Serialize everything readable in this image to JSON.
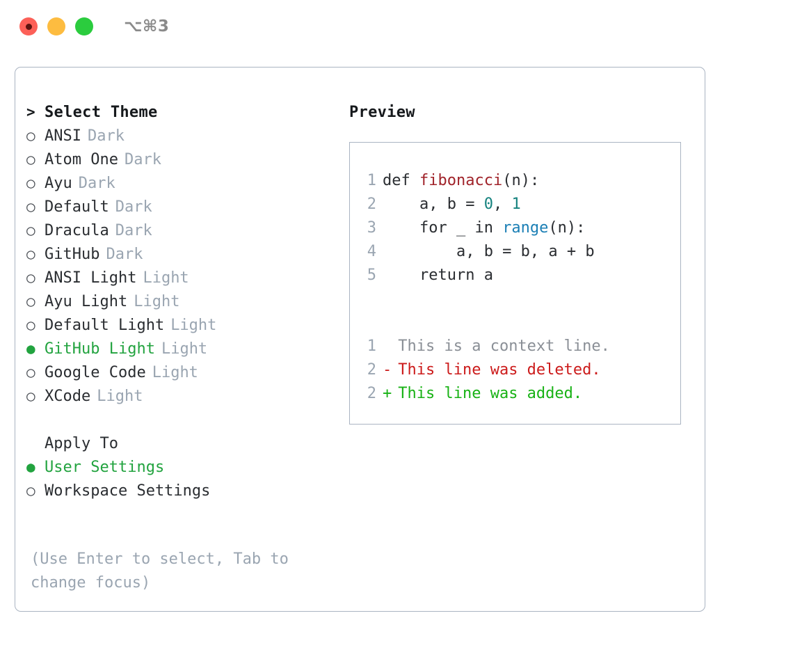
{
  "titlebar": {
    "shortcut": "⌥⌘3",
    "lights": [
      {
        "name": "close",
        "color": "#fc6058"
      },
      {
        "name": "minimize",
        "color": "#fdbc40"
      },
      {
        "name": "maximize",
        "color": "#2bcc3e"
      }
    ]
  },
  "theme_picker": {
    "heading_marker": ">",
    "heading": "Select Theme",
    "marker_unselected": "○",
    "marker_selected": "●",
    "items": [
      {
        "label": "ANSI",
        "tag": "Dark",
        "selected": false
      },
      {
        "label": "Atom One",
        "tag": "Dark",
        "selected": false
      },
      {
        "label": "Ayu",
        "tag": "Dark",
        "selected": false
      },
      {
        "label": "Default",
        "tag": "Dark",
        "selected": false
      },
      {
        "label": "Dracula",
        "tag": "Dark",
        "selected": false
      },
      {
        "label": "GitHub",
        "tag": "Dark",
        "selected": false
      },
      {
        "label": "ANSI Light",
        "tag": "Light",
        "selected": false
      },
      {
        "label": "Ayu Light",
        "tag": "Light",
        "selected": false
      },
      {
        "label": "Default Light",
        "tag": "Light",
        "selected": false
      },
      {
        "label": "GitHub Light",
        "tag": "Light",
        "selected": true
      },
      {
        "label": "Google Code",
        "tag": "Light",
        "selected": false
      },
      {
        "label": "XCode",
        "tag": "Light",
        "selected": false
      }
    ]
  },
  "apply_to": {
    "heading": "Apply To",
    "items": [
      {
        "label": "User Settings",
        "selected": true
      },
      {
        "label": "Workspace Settings",
        "selected": false
      }
    ]
  },
  "hint": "(Use Enter to select, Tab to change focus)",
  "preview": {
    "title": "Preview",
    "code_lines": [
      {
        "no": "1",
        "tokens": [
          {
            "text": "def ",
            "kind": "plain"
          },
          {
            "text": "fibonacci",
            "kind": "fn"
          },
          {
            "text": "(n):",
            "kind": "plain"
          }
        ]
      },
      {
        "no": "2",
        "tokens": [
          {
            "text": "    a, b = ",
            "kind": "plain"
          },
          {
            "text": "0",
            "kind": "num"
          },
          {
            "text": ", ",
            "kind": "plain"
          },
          {
            "text": "1",
            "kind": "num"
          }
        ]
      },
      {
        "no": "3",
        "tokens": [
          {
            "text": "    for _ in ",
            "kind": "plain"
          },
          {
            "text": "range",
            "kind": "call"
          },
          {
            "text": "(n):",
            "kind": "plain"
          }
        ]
      },
      {
        "no": "4",
        "tokens": [
          {
            "text": "        a, b = b, a + b",
            "kind": "plain"
          }
        ]
      },
      {
        "no": "5",
        "tokens": [
          {
            "text": "    return a",
            "kind": "plain"
          }
        ]
      }
    ],
    "diff_lines": [
      {
        "no": "1",
        "marker": " ",
        "text": "This is a context line.",
        "kind": "ctx"
      },
      {
        "no": "2",
        "marker": "-",
        "text": "This line was deleted.",
        "kind": "del"
      },
      {
        "no": "2",
        "marker": "+",
        "text": "This line was added.",
        "kind": "add"
      }
    ]
  },
  "colors": {
    "border": "#aab4c2",
    "muted": "#9aa5b1",
    "selected_green": "#22a33f",
    "diff_add": "#18b215",
    "diff_del": "#cc1b1b",
    "token_fn": "#a0232a",
    "token_num": "#15827e",
    "token_call": "#1b7fb5"
  }
}
